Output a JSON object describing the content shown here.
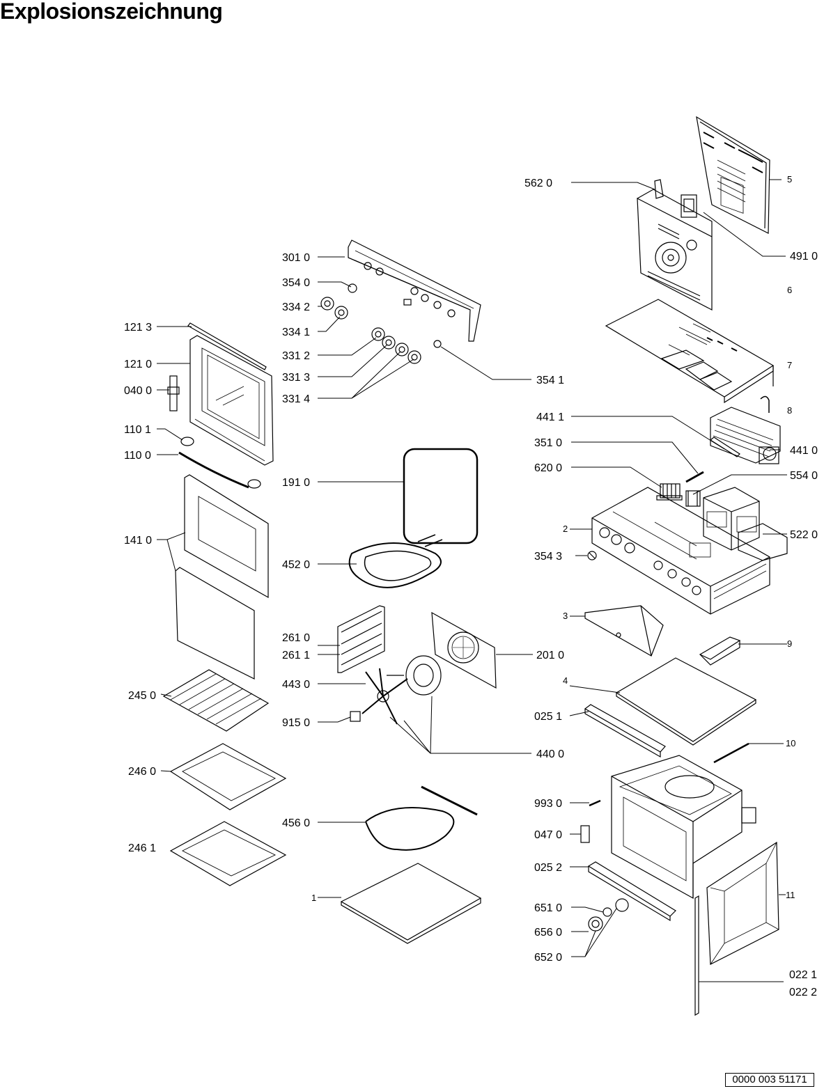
{
  "title": "Explosionszeichnung",
  "document_number": "0000 003 51171",
  "callouts": {
    "p5620": "562 0",
    "p5": "5",
    "p4910": "491 0",
    "p6": "6",
    "p7": "7",
    "p8": "8",
    "p3010": "301 0",
    "p3540": "354 0",
    "p3342": "334 2",
    "p3341": "334 1",
    "p1213": "121 3",
    "p1210": "121 0",
    "p0400": "040 0",
    "p3312": "331 2",
    "p3313": "331 3",
    "p3314": "331 4",
    "p3541": "354 1",
    "p4411": "441 1",
    "p4410": "441 0",
    "p3510": "351 0",
    "p6200": "620 0",
    "p5540": "554 0",
    "p1101": "110 1",
    "p1100": "110 0",
    "p1910": "191 0",
    "p2": "2",
    "p5220": "522 0",
    "p3543": "354 3",
    "p1410": "141 0",
    "p4520": "452 0",
    "p3": "3",
    "p9": "9",
    "p2610": "261 0",
    "p2611": "261 1",
    "p2010": "201 0",
    "p4": "4",
    "p4430": "443 0",
    "p2450": "245 0",
    "p0251": "025 1",
    "p9150": "915 0",
    "p10": "10",
    "p4400": "440 0",
    "p2460": "246 0",
    "p9930": "993 0",
    "p4560": "456 0",
    "p0470": "047 0",
    "p2461": "246 1",
    "p0252": "025 2",
    "p1": "1",
    "p11": "11",
    "p6510": "651 0",
    "p6560": "656 0",
    "p6520": "652 0",
    "p0221": "022 1",
    "p0222": "022 2"
  }
}
